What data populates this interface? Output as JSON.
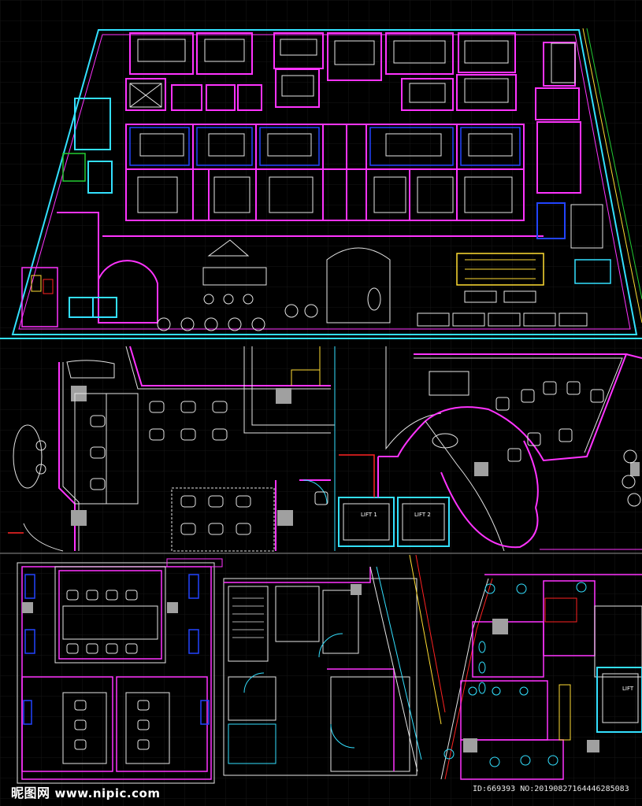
{
  "lift_labels": [
    "LIFT 1",
    "LIFT 2",
    "LIFT"
  ],
  "watermark": {
    "chinese": "昵图网",
    "site": "www.nipic.com"
  },
  "image_id": "ID:669393 NO:20190827164446285083",
  "colors": {
    "background": "#000000",
    "grid": "#141414",
    "wall_magenta": "#ff33ff",
    "wall_cyan": "#33e0ff",
    "wall_white": "#e6e6e6",
    "blue": "#2244ff",
    "yellow": "#ffdd33",
    "red": "#ff2222",
    "gray_block": "#a0a0a0"
  }
}
